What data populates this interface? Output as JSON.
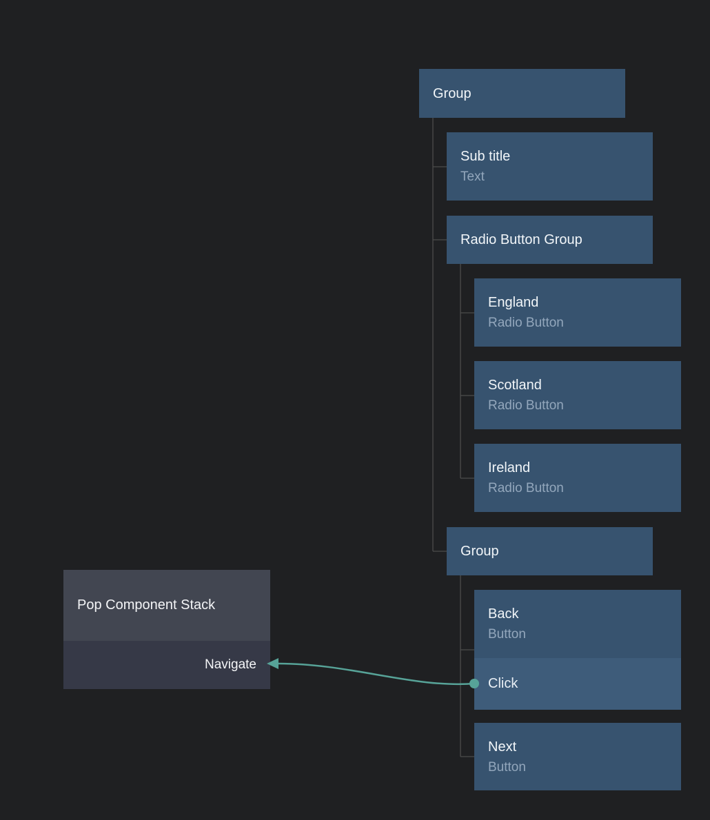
{
  "diagram": {
    "colors": {
      "background": "#1f2022",
      "node": "#37536f",
      "node_event_row": "#3e5c7a",
      "stack_header": "#424651",
      "stack_row": "#363947",
      "connector_line": "#4c4c4c",
      "wire": "#57a398",
      "title_text": "#f2f6f9",
      "subtitle_text": "#93a7bc"
    },
    "nodes": {
      "root_group": {
        "title": "Group"
      },
      "sub_title": {
        "title": "Sub title",
        "type": "Text"
      },
      "radio_group": {
        "title": "Radio Button Group"
      },
      "england": {
        "title": "England",
        "type": "Radio Button"
      },
      "scotland": {
        "title": "Scotland",
        "type": "Radio Button"
      },
      "ireland": {
        "title": "Ireland",
        "type": "Radio Button"
      },
      "inner_group": {
        "title": "Group"
      },
      "back": {
        "title": "Back",
        "type": "Button",
        "event": "Click"
      },
      "next": {
        "title": "Next",
        "type": "Button"
      }
    },
    "stack": {
      "title": "Pop Component Stack",
      "action": "Navigate"
    }
  }
}
